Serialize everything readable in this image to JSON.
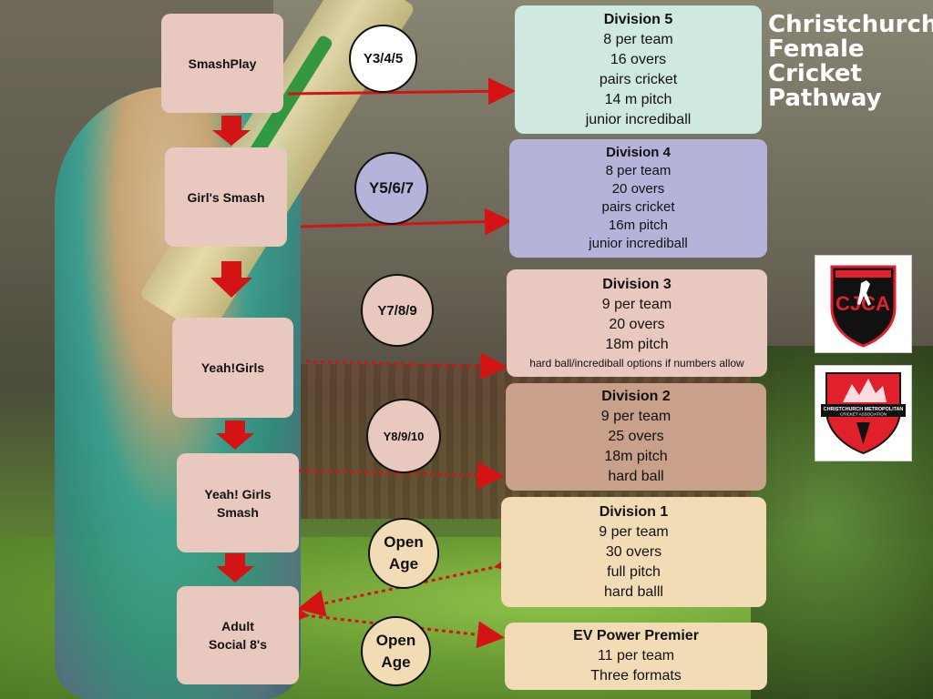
{
  "headline": [
    "Christchurch",
    "Female",
    "Cricket",
    "Pathway"
  ],
  "stages": [
    {
      "label": "SmashPlay"
    },
    {
      "label": "Girl's Smash"
    },
    {
      "label": "Yeah!Girls"
    },
    {
      "label": "Yeah! Girls\nSmash"
    },
    {
      "label": "Adult\nSocial 8's"
    }
  ],
  "age_groups": [
    "Y3/4/5",
    "Y5/6/7",
    "Y7/8/9",
    "Y8/9/10",
    "Open\nAge",
    "Open\nAge"
  ],
  "divisions": [
    {
      "title": "Division 5",
      "lines": [
        "8 per team",
        "16 overs",
        "pairs cricket",
        "14 m pitch",
        "junior incrediball"
      ],
      "color": "#cfe9e0"
    },
    {
      "title": "Division 4",
      "lines": [
        "8 per team",
        "20 overs",
        "pairs cricket",
        "16m pitch",
        "junior incrediball"
      ],
      "color": "#b5b3d9"
    },
    {
      "title": "Division 3",
      "lines": [
        "9 per team",
        "20 overs",
        "18m pitch",
        "hard ball/incrediball options if numbers allow"
      ],
      "color": "#e9c9bf"
    },
    {
      "title": "Division 2",
      "lines": [
        "9 per team",
        "25 overs",
        "18m pitch",
        "hard ball"
      ],
      "color": "#c9a08a"
    },
    {
      "title": "Division 1",
      "lines": [
        "9 per team",
        "30 overs",
        "full pitch",
        "hard balll"
      ],
      "color": "#f1dcb5"
    },
    {
      "title": "EV Power Premier",
      "lines": [
        "11 per team",
        "Three formats"
      ],
      "color": "#f1dcb5"
    }
  ],
  "logos": [
    {
      "name": "cjca",
      "text": "CJCA",
      "colors": {
        "shield": "#111111",
        "accent": "#e0202a"
      }
    },
    {
      "name": "cmca",
      "text": "CHRISTCHURCH METROPOLITAN",
      "subtext": "CRICKET ASSOCIATION",
      "colors": {
        "shield": "#e0202a",
        "band": "#111111"
      }
    }
  ],
  "colors": {
    "stage_box": "#e9c9bf",
    "arrow": "#d41414",
    "headline": "#ffffff"
  }
}
